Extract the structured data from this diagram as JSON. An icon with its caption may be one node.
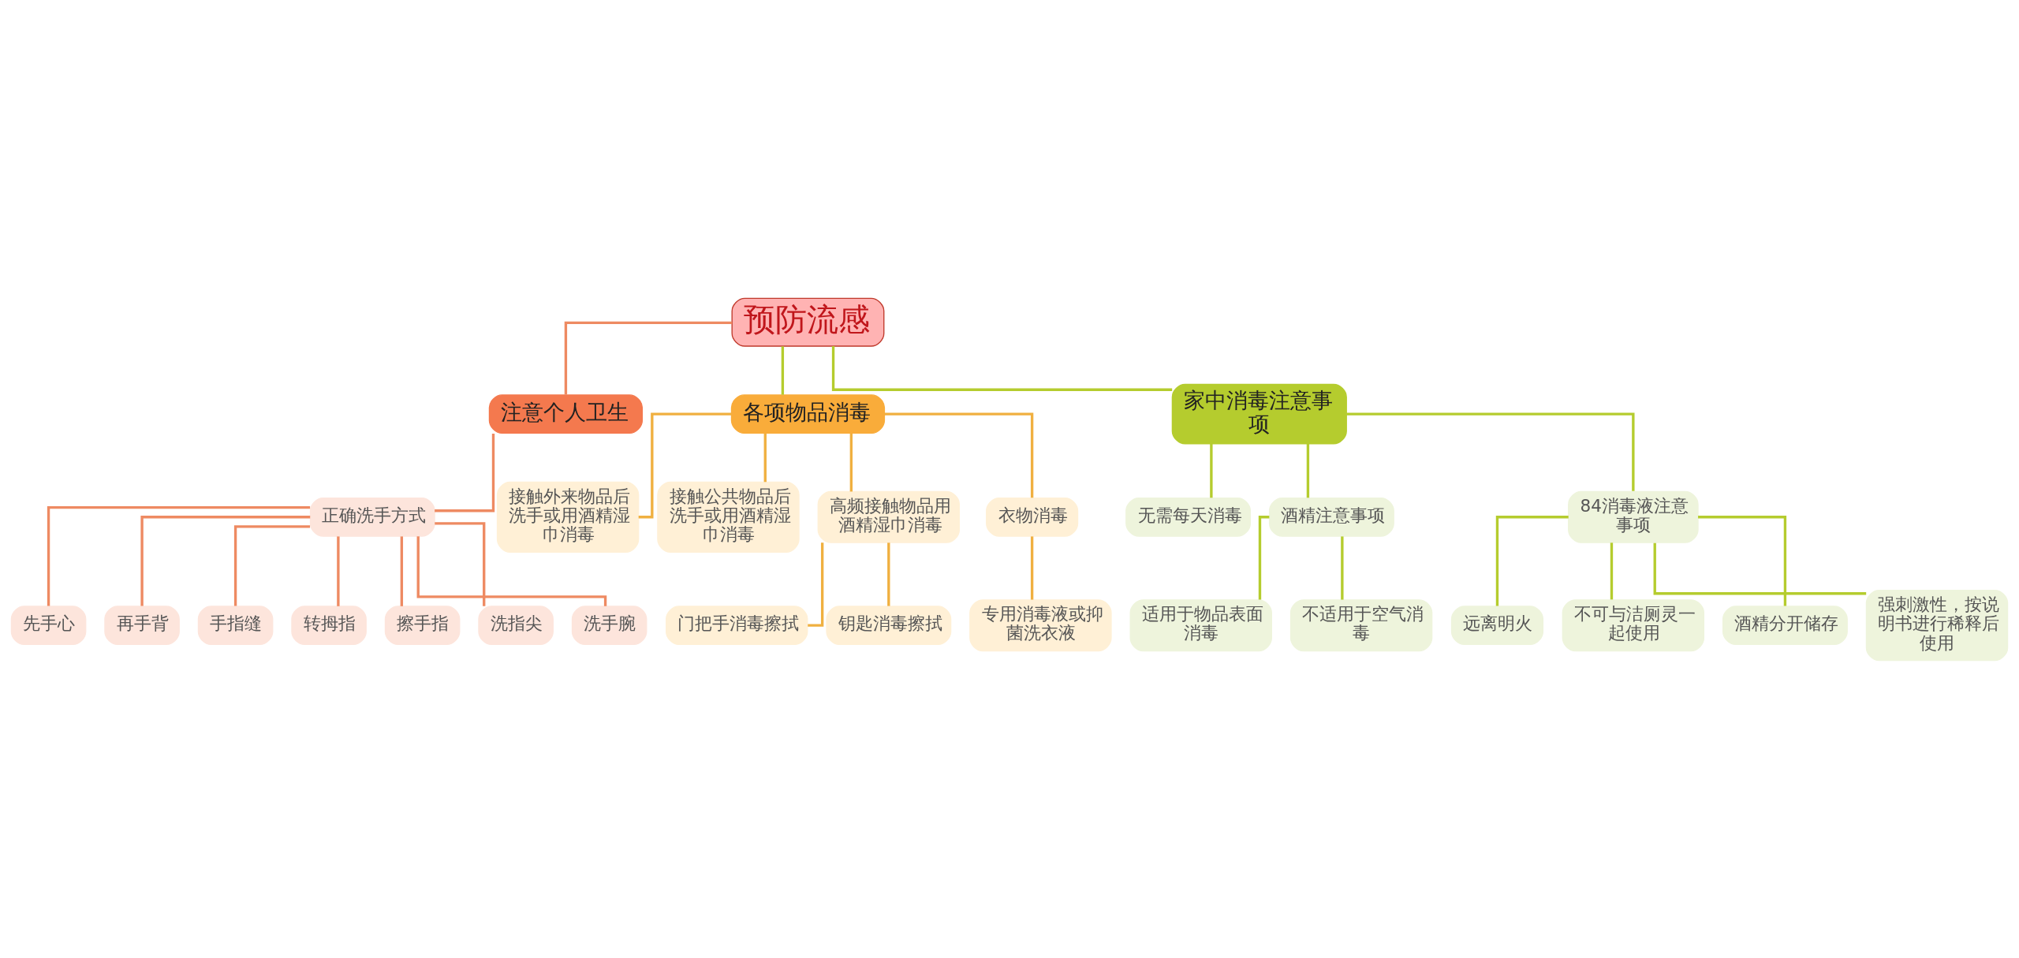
{
  "diagram": {
    "nodes": [
      {
        "text": [
          "预防流感"
        ]
      },
      {
        "text": [
          "注意个人卫生"
        ]
      },
      {
        "text": [
          "正确洗手方式"
        ]
      },
      {
        "text": [
          "先手心"
        ]
      },
      {
        "text": [
          "再手背"
        ]
      },
      {
        "text": [
          "手指缝"
        ]
      },
      {
        "text": [
          "转拇指"
        ]
      },
      {
        "text": [
          "擦手指"
        ]
      },
      {
        "text": [
          "洗指尖"
        ]
      },
      {
        "text": [
          "洗手腕"
        ]
      },
      {
        "text": [
          "各项物品消毒"
        ]
      },
      {
        "text": [
          "接触外来物品后洗手或用酒精湿巾消毒"
        ]
      },
      {
        "text": [
          "接触公共物品后洗手或用酒精湿巾消毒"
        ]
      },
      {
        "text": [
          "高频接触物品用酒精湿巾消毒"
        ]
      },
      {
        "text": [
          "门把手消毒擦拭"
        ]
      },
      {
        "text": [
          "钥匙消毒擦拭"
        ]
      },
      {
        "text": [
          "衣物消毒"
        ]
      },
      {
        "text": [
          "专用消毒液或抑菌洗衣液"
        ]
      },
      {
        "text": [
          "家中消毒注意事项"
        ]
      },
      {
        "text": [
          "无需每天消毒"
        ]
      },
      {
        "text": [
          "酒精注意事项"
        ]
      },
      {
        "text": [
          "适用于物品表面消毒"
        ]
      },
      {
        "text": [
          "不适用于空气消毒"
        ]
      },
      {
        "text": [
          "84消毒液注意事项"
        ]
      },
      {
        "text": [
          "远离明火"
        ]
      },
      {
        "text": [
          "不可与洁厕灵一起使用"
        ]
      },
      {
        "text": [
          "酒精分开储存"
        ]
      },
      {
        "text": [
          "强刺激性，按说明书进行稀释后使用"
        ]
      }
    ],
    "edges": [
      {
        "from": 0,
        "to": 1,
        "arrow": "none",
        "color": "#ee8a62"
      },
      {
        "from": 0,
        "to": 10,
        "arrow": "none",
        "color": "#b5cc2e"
      },
      {
        "from": 0,
        "to": 18,
        "arrow": "none",
        "color": "#b5cc2e"
      },
      {
        "from": 1,
        "to": 2,
        "arrow": "none",
        "color": "#ee8a62"
      },
      {
        "from": 2,
        "to": 3,
        "arrow": "none",
        "color": "#ee8a62"
      },
      {
        "from": 2,
        "to": 4,
        "arrow": "none",
        "color": "#ee8a62"
      },
      {
        "from": 2,
        "to": 5,
        "arrow": "none",
        "color": "#ee8a62"
      },
      {
        "from": 2,
        "to": 6,
        "arrow": "none",
        "color": "#ee8a62"
      },
      {
        "from": 2,
        "to": 7,
        "arrow": "none",
        "color": "#ee8a62"
      },
      {
        "from": 2,
        "to": 8,
        "arrow": "none",
        "color": "#ee8a62"
      },
      {
        "from": 2,
        "to": 9,
        "arrow": "none",
        "color": "#ee8a62"
      },
      {
        "from": 10,
        "to": 11,
        "arrow": "none",
        "color": "#f0b040"
      },
      {
        "from": 10,
        "to": 12,
        "arrow": "none",
        "color": "#f0b040"
      },
      {
        "from": 10,
        "to": 13,
        "arrow": "none",
        "color": "#f0b040"
      },
      {
        "from": 13,
        "to": 14,
        "arrow": "none",
        "color": "#f0b040"
      },
      {
        "from": 13,
        "to": 15,
        "arrow": "none",
        "color": "#f0b040"
      },
      {
        "from": 10,
        "to": 16,
        "arrow": "none",
        "color": "#f0b040"
      },
      {
        "from": 16,
        "to": 17,
        "arrow": "none",
        "color": "#f0b040"
      },
      {
        "from": 18,
        "to": 19,
        "arrow": "none",
        "color": "#b5cc2e"
      },
      {
        "from": 18,
        "to": 20,
        "arrow": "none",
        "color": "#b5cc2e"
      },
      {
        "from": 20,
        "to": 21,
        "arrow": "none",
        "color": "#b5cc2e"
      },
      {
        "from": 20,
        "to": 22,
        "arrow": "none",
        "color": "#b5cc2e"
      },
      {
        "from": 18,
        "to": 23,
        "arrow": "none",
        "color": "#b5cc2e"
      },
      {
        "from": 23,
        "to": 24,
        "arrow": "none",
        "color": "#b5cc2e"
      },
      {
        "from": 23,
        "to": 25,
        "arrow": "none",
        "color": "#b5cc2e"
      },
      {
        "from": 23,
        "to": 26,
        "arrow": "none",
        "color": "#b5cc2e"
      },
      {
        "from": 23,
        "to": 27,
        "arrow": "none",
        "color": "#b5cc2e"
      }
    ]
  }
}
